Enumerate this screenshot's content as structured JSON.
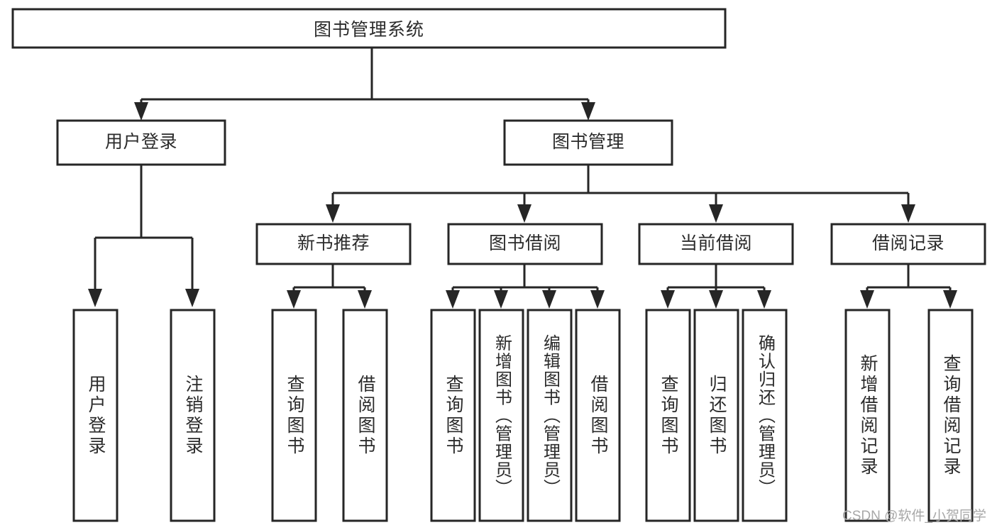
{
  "diagram": {
    "title_node": {
      "label": "图书管理系统"
    },
    "level2": [
      {
        "id": "user-login",
        "label": "用户登录"
      },
      {
        "id": "book-manage",
        "label": "图书管理"
      }
    ],
    "level3": [
      {
        "id": "new-book-recommend",
        "label": "新书推荐"
      },
      {
        "id": "book-borrow",
        "label": "图书借阅"
      },
      {
        "id": "current-borrow",
        "label": "当前借阅"
      },
      {
        "id": "borrow-record",
        "label": "借阅记录"
      }
    ],
    "leaves": {
      "user_login": [
        {
          "id": "leaf-user-login",
          "label": "用户登录"
        },
        {
          "id": "leaf-logout-login",
          "label": "注销登录"
        }
      ],
      "new_book_recommend": [
        {
          "id": "leaf-query-book-1",
          "label": "查询图书"
        },
        {
          "id": "leaf-borrow-book-1",
          "label": "借阅图书"
        }
      ],
      "book_borrow": [
        {
          "id": "leaf-query-book-2",
          "label": "查询图书"
        },
        {
          "id": "leaf-add-book",
          "label": "新增图书（管理员）"
        },
        {
          "id": "leaf-edit-book",
          "label": "编辑图书（管理员）"
        },
        {
          "id": "leaf-borrow-book-2",
          "label": "借阅图书"
        }
      ],
      "current_borrow": [
        {
          "id": "leaf-query-book-3",
          "label": "查询图书"
        },
        {
          "id": "leaf-return-book",
          "label": "归还图书"
        },
        {
          "id": "leaf-confirm-return",
          "label": "确认归还（管理员）"
        }
      ],
      "borrow_record": [
        {
          "id": "leaf-add-record",
          "label": "新增借阅记录"
        },
        {
          "id": "leaf-query-record",
          "label": "查询借阅记录"
        }
      ]
    },
    "watermark": "CSDN @软件_小贺同学",
    "colors": {
      "stroke": "#262626",
      "fill": "#ffffff",
      "text": "#2b2b2b",
      "watermark": "#a8a8a8",
      "background": "#ffffff"
    }
  }
}
